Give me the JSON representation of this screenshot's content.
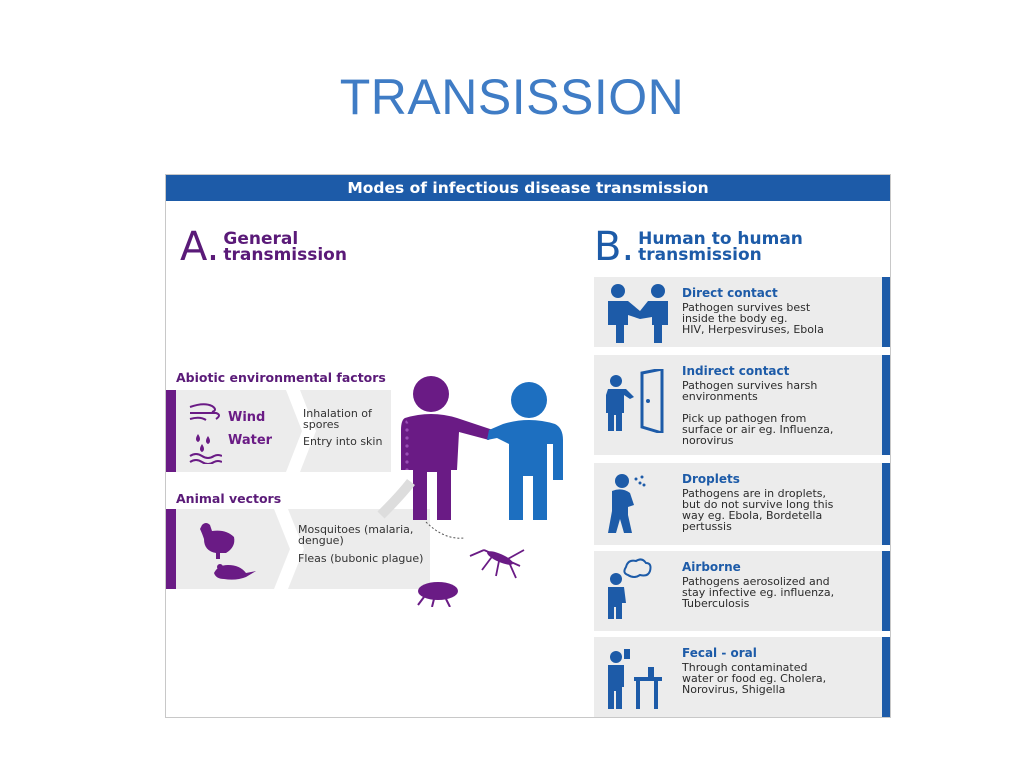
{
  "title": "TRANSISSION",
  "figure": {
    "banner": "Modes of infectious disease transmission",
    "section_a": {
      "letter": "A.",
      "line1": "General",
      "line2": "transmission"
    },
    "section_b": {
      "letter": "B.",
      "line1": "Human to human",
      "line2": "transmission"
    },
    "abiotic": {
      "label": "Abiotic environmental factors",
      "wind": "Wind",
      "water": "Water",
      "wind_desc": "Inhalation of spores",
      "water_desc": "Entry into skin"
    },
    "animal": {
      "label": "Animal vectors",
      "mosquito_desc": "Mosquitoes (malaria, dengue)",
      "fleas_desc": "Fleas (bubonic plague)"
    },
    "cards": [
      {
        "title": "Direct contact",
        "desc": "Pathogen survives best\ninside the body eg.\nHIV, Herpesviruses, Ebola",
        "icon": "handshake-icon"
      },
      {
        "title": "Indirect contact",
        "desc": "Pathogen survives harsh\nenvironments\n\nPick up pathogen from\nsurface or air eg. Influenza,\nnorovirus",
        "icon": "door-icon"
      },
      {
        "title": "Droplets",
        "desc": "Pathogens are in droplets,\nbut do not survive long this\nway eg. Ebola, Bordetella\npertussis",
        "icon": "sneeze-icon"
      },
      {
        "title": "Airborne",
        "desc": "Pathogens aerosolized and\nstay infective eg. influenza,\nTuberculosis",
        "icon": "cloud-cough-icon"
      },
      {
        "title": "Fecal - oral",
        "desc": "Through contaminated\nwater or food eg. Cholera,\nNorovirus, Shigella",
        "icon": "drinking-icon"
      }
    ],
    "colors": {
      "purple": "#6a1b85",
      "blue": "#1d5ba8",
      "title_blue": "#3f7cc5",
      "panel_grey": "#ececec"
    }
  }
}
